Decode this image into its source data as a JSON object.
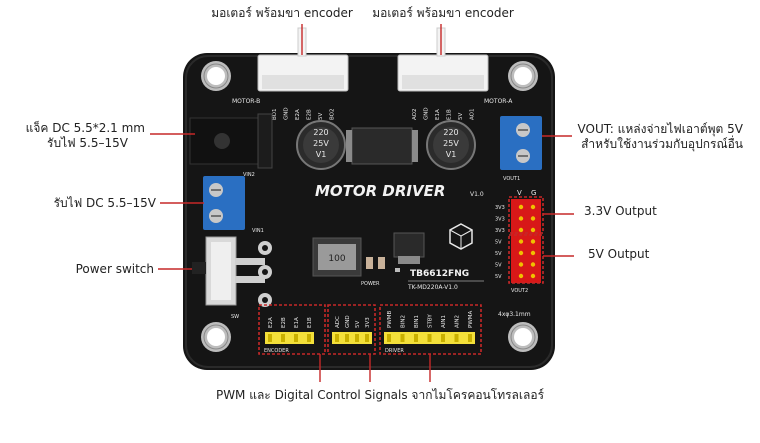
{
  "callouts": {
    "motor_b_encoder": "มอเตอร์ พร้อมขา encoder",
    "motor_a_encoder": "มอเตอร์ พร้อมขา encoder",
    "dc_jack_line1": "แจ็ค DC 5.5*2.1 mm",
    "dc_jack_line2": "รับไฟ 5.5–15V",
    "dc_input": "รับไฟ DC 5.5–15V",
    "power_switch": "Power switch",
    "vout_line1": "VOUT: แหล่งจ่ายไฟเอาต์พุต 5V",
    "vout_line2": "สำหรับใช้งานร่วมกับอุปกรณ์อื่น",
    "output_33v": "3.3V Output",
    "output_5v": "5V Output",
    "signals": "PWM และ Digital Control Signals จากไมโครคอนโทรลเลอร์"
  },
  "board": {
    "title": "MOTOR DRIVER",
    "version": "V1.0",
    "chip": "TB6612FNG",
    "model": "TK-MD220A-V1.0",
    "motor_b": "MOTOR-B",
    "motor_a": "MOTOR-A",
    "vin2": "VIN2",
    "vin1": "VIN1",
    "vout1": "VOUT1",
    "vout2": "VOUT2",
    "power": "POWER",
    "sw": "SW",
    "encoder": "ENCODER",
    "driver": "DRIVER",
    "holes": "4xφ3.1mm",
    "inductor": "100",
    "cap_left": [
      "220",
      "25V",
      "V1"
    ],
    "cap_right": [
      "220",
      "25V",
      "V1"
    ],
    "header_cols": [
      "V",
      "G"
    ],
    "header_rows": [
      "3V3",
      "3V3",
      "3V3",
      "5V",
      "5V",
      "5V",
      "5V"
    ],
    "motor_b_pins": [
      "BO1",
      "GND",
      "E2A",
      "E2B",
      "5V",
      "BO2"
    ],
    "motor_a_pins": [
      "AO2",
      "GND",
      "E1A",
      "E1B",
      "5V",
      "AO1"
    ],
    "encoder_pins": [
      "E2A",
      "E2B",
      "E1A",
      "E1B"
    ],
    "power_pins": [
      "ADC",
      "GND",
      "5V",
      "3V3"
    ],
    "driver_pins": [
      "PWMB",
      "BIN2",
      "BIN1",
      "STBY",
      "AIN1",
      "AIN2",
      "PWMA"
    ]
  },
  "colors": {
    "pcb": "#151515",
    "silk": "#e8e8e8",
    "title": "#f2f2f2",
    "pin_header": "#f4e03a",
    "red_header": "#d81818",
    "terminal": "#2a6fc2",
    "callout_line": "#c62828",
    "text": "#222222"
  }
}
